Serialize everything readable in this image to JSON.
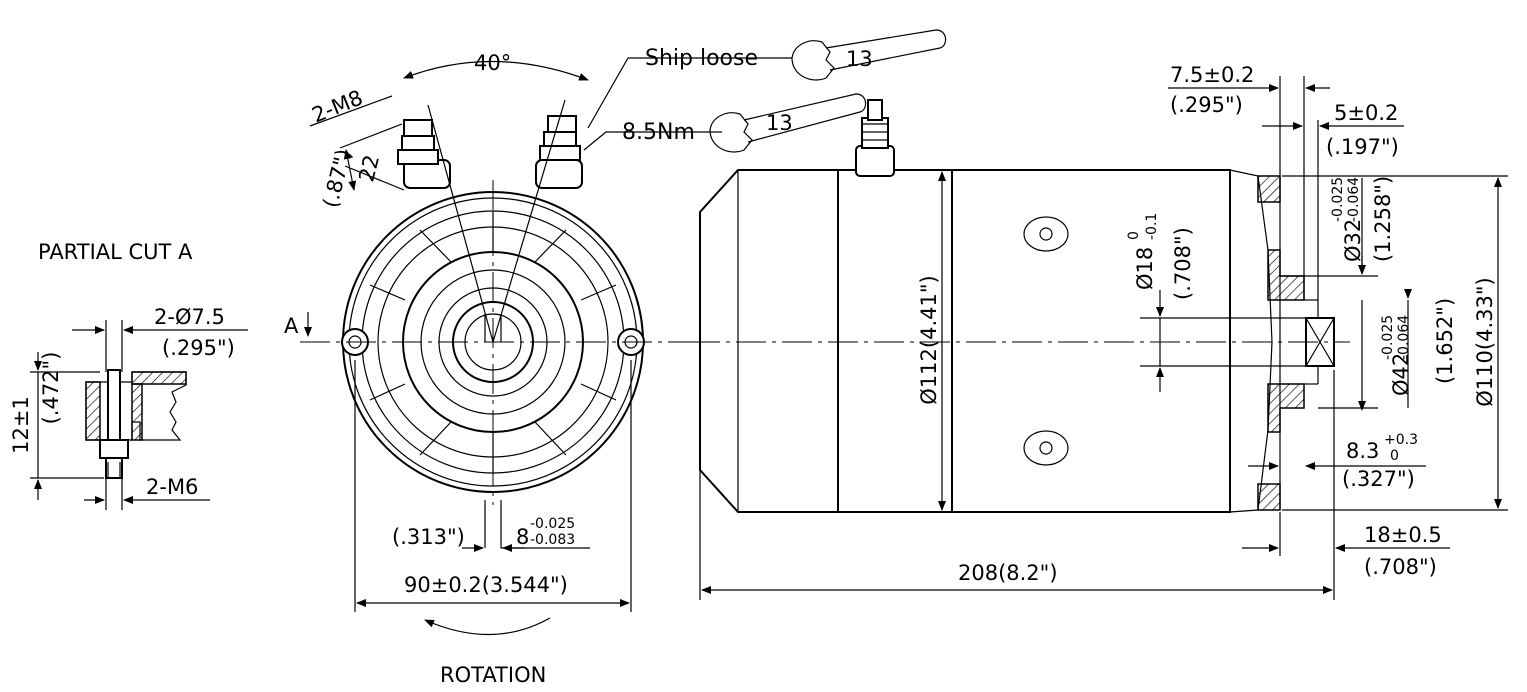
{
  "labels": {
    "partial_cut": "PARTIAL CUT A",
    "section_marker": "A",
    "rotation": "ROTATION",
    "ship_loose": "Ship loose",
    "torque": "8.5Nm",
    "wrench_size_1": "13",
    "wrench_size_2": "13"
  },
  "dims": {
    "angle": "40°",
    "thread_m8": "2-M8",
    "stud_len": "22",
    "stud_len_in": "(.87\")",
    "hole_dia": "2-Ø7.5",
    "hole_dia_in": "(.295\")",
    "cut_height": "12±1",
    "cut_height_in": "(.472\")",
    "thread_m6": "2-M6",
    "key_in": "(.313\")",
    "key_base": "8",
    "key_tol_upper": "-0.025",
    "key_tol_lower": "-0.083",
    "bolt_circle": "90±0.2(3.544\")",
    "body_dia": "Ø112(4.41\")",
    "length": "208(8.2\")",
    "shaft_base": "Ø18",
    "shaft_tol_upper": "0",
    "shaft_tol_lower": "-0.1",
    "shaft_in": "(.708\")",
    "pilot1_base": "Ø32",
    "pilot1_tol_upper": "-0.025",
    "pilot1_tol_lower": "-0.064",
    "pilot1_in": "(1.258\")",
    "pilot2_base": "Ø42",
    "pilot2_tol_upper": "-0.025",
    "pilot2_tol_lower": "-0.064",
    "pilot2_in": "(1.652\")",
    "flange_dia": "Ø110(4.33\")",
    "d75": "7.5±0.2",
    "d75_in": "(.295\")",
    "d5": "5±0.2",
    "d5_in": "(.197\")",
    "d83_base": "8.3",
    "d83_tol_upper": "+0.3",
    "d83_tol_lower": "0",
    "d83_in": "(.327\")",
    "d18": "18±0.5",
    "d18_in": "(.708\")"
  }
}
